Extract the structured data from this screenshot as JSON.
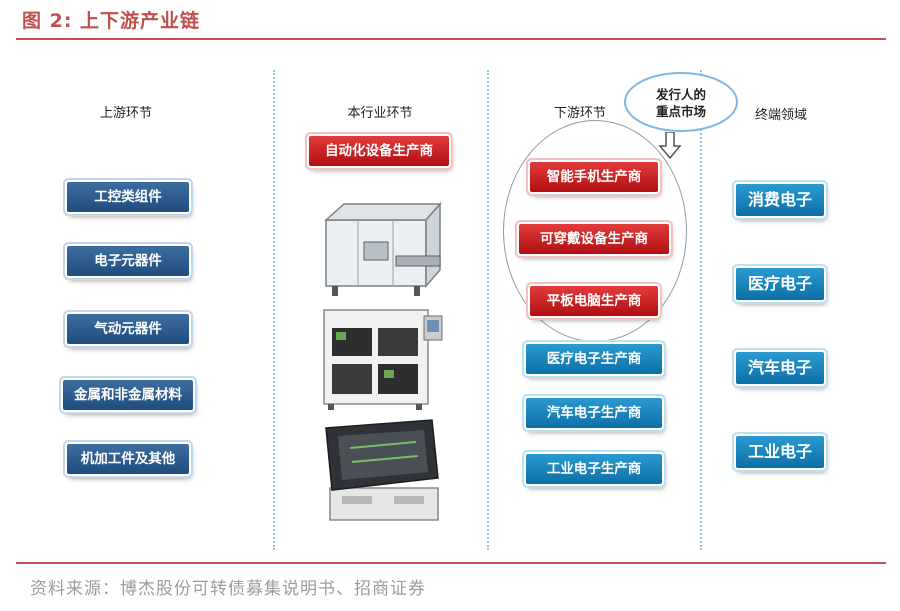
{
  "header": {
    "title": "图 2:  上下游产业链"
  },
  "footer": {
    "source": "资料来源：博杰股份可转债募集说明书、招商证券"
  },
  "columns": {
    "upstream": {
      "header": "上游环节",
      "items": [
        "工控类组件",
        "电子元器件",
        "气动元器件",
        "金属和非金属材料",
        "机加工件及其他"
      ]
    },
    "industry": {
      "header": "本行业环节",
      "item": "自动化设备生产商"
    },
    "downstream": {
      "header": "下游环节",
      "focus_items": [
        "智能手机生产商",
        "可穿戴设备生产商",
        "平板电脑生产商"
      ],
      "items": [
        "医疗电子生产商",
        "汽车电子生产商",
        "工业电子生产商"
      ],
      "callout": [
        "发行人的",
        "重点市场"
      ]
    },
    "terminal": {
      "header": "终端领域",
      "items": [
        "消费电子",
        "医疗电子",
        "汽车电子",
        "工业电子"
      ]
    }
  },
  "colors": {
    "title": "#c0504d",
    "navy": "#1f4c7f",
    "red": "#c8161b",
    "blue": "#1282bf",
    "separator": "#8dc6de"
  }
}
